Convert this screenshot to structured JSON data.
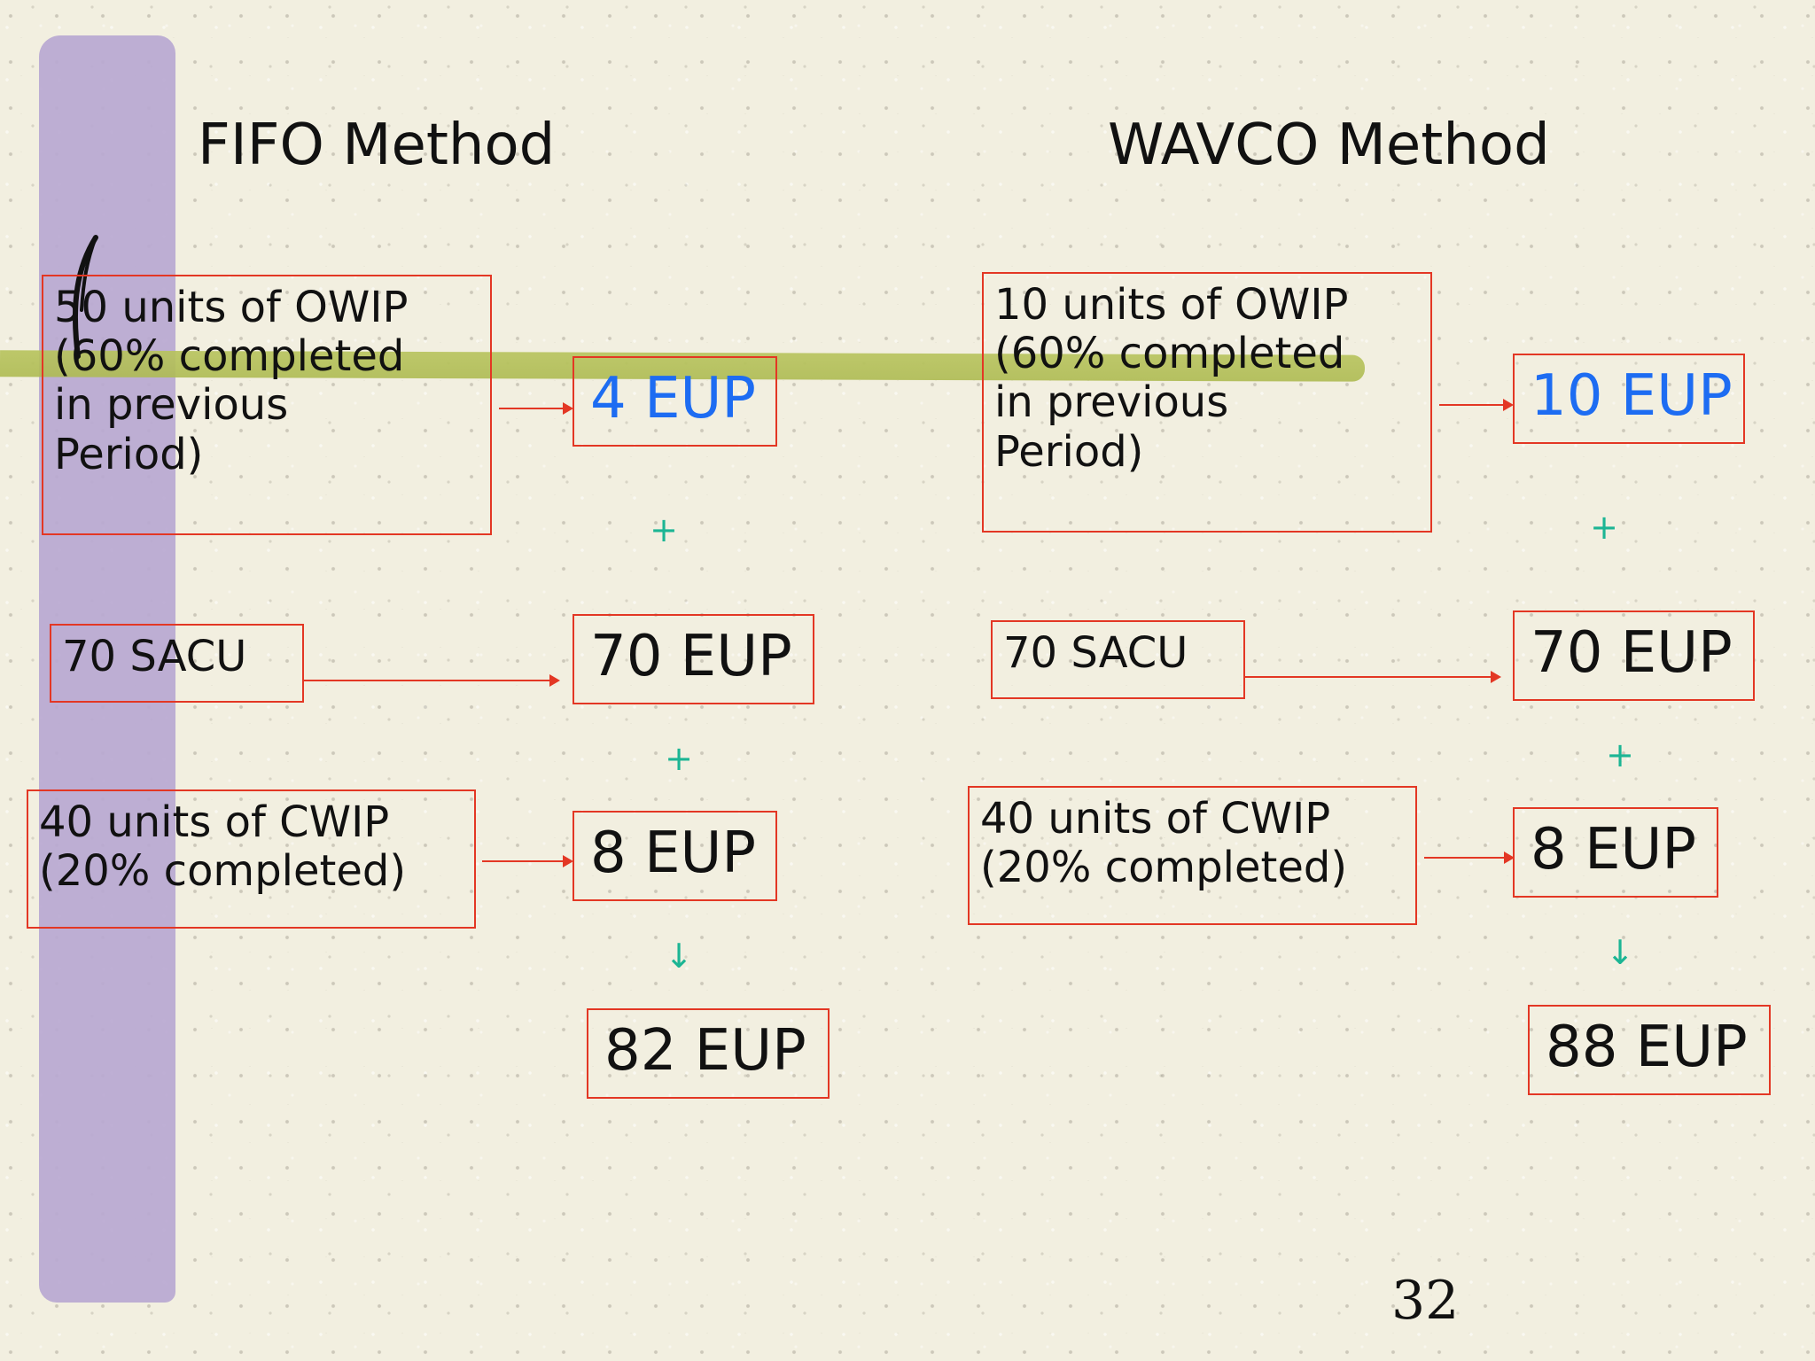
{
  "slide": {
    "page_number": "32",
    "fifo": {
      "title": "FIFO Method",
      "sources": [
        "50 units of OWIP\n(60% completed\nin previous\nPeriod)",
        "70 SACU",
        "40 units of CWIP\n(20% completed)"
      ],
      "results": [
        "4 EUP",
        "70 EUP",
        "8 EUP"
      ],
      "total": "82 EUP"
    },
    "wavco": {
      "title": "WAVCO Method",
      "sources": [
        "10 units of OWIP\n(60% completed\nin previous\nPeriod)",
        "70 SACU",
        "40 units of CWIP\n(20% completed)"
      ],
      "results": [
        "10 EUP",
        "70 EUP",
        "8 EUP"
      ],
      "total": "88 EUP"
    },
    "symbols": {
      "plus": "+",
      "down_arrow": "↓"
    },
    "colors": {
      "box_border": "#e33724",
      "arrow": "#e33724",
      "highlight_text": "#1d6cf2",
      "operator": "#1cb594",
      "decor_bar": "#b9a8d1",
      "decor_stroke": "#b7c35c"
    }
  }
}
